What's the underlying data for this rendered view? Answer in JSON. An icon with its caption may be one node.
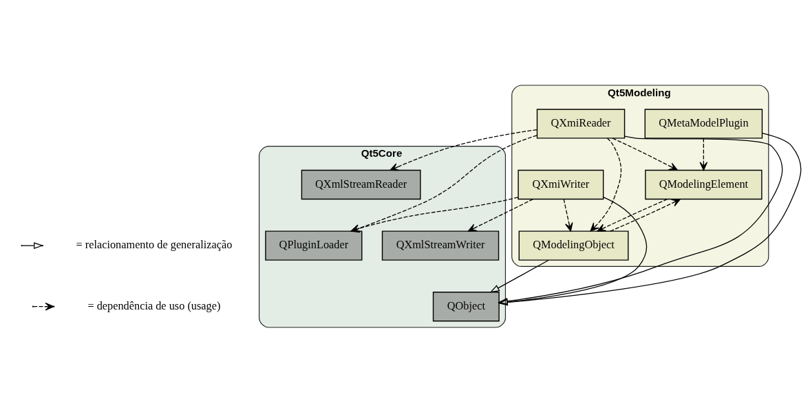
{
  "diagram": {
    "nodes": [
      {
        "text": [
          "Qt5Modeling"
        ]
      },
      {
        "text": [
          "QMetaModelPlugin"
        ],
        "in": 0
      },
      {
        "text": [
          "QXmiReader"
        ],
        "in": 0
      },
      {
        "text": [
          "QModelingElement"
        ],
        "in": 0
      },
      {
        "text": [
          "QXmiWriter"
        ],
        "in": 0
      },
      {
        "text": [
          "QModelingObject"
        ],
        "in": 0
      },
      {
        "text": [
          "Qt5Core"
        ]
      },
      {
        "text": [
          "QXmlStreamWriter"
        ],
        "in": 6
      },
      {
        "text": [
          "QObject"
        ],
        "in": 6
      },
      {
        "text": [
          "QPluginLoader"
        ],
        "in": 6
      },
      {
        "text": [
          "QXmlStreamReader"
        ],
        "in": 6
      }
    ],
    "edges": [
      {
        "from": 1,
        "to": 3,
        "arrow": "to",
        "style": "dashed"
      },
      {
        "from": 1,
        "to": 8,
        "arrow": "to"
      },
      {
        "from": 2,
        "to": 3,
        "arrow": "to",
        "style": "dashed"
      },
      {
        "from": 2,
        "to": 5,
        "arrow": "to",
        "style": "dashed"
      },
      {
        "from": 2,
        "to": 8,
        "arrow": "to"
      },
      {
        "from": 2,
        "to": 9,
        "arrow": "to",
        "style": "dashed"
      },
      {
        "from": 2,
        "to": 10,
        "arrow": "to",
        "style": "dashed"
      },
      {
        "from": 3,
        "to": 5,
        "arrow": "to",
        "style": "dashed"
      },
      {
        "from": 5,
        "to": 3,
        "arrow": "to",
        "style": "dashed"
      },
      {
        "from": 4,
        "to": 5,
        "arrow": "to",
        "style": "dashed"
      },
      {
        "from": 4,
        "to": 8,
        "arrow": "to"
      },
      {
        "from": 4,
        "to": 9,
        "arrow": "to",
        "style": "dashed"
      },
      {
        "from": 4,
        "to": 7,
        "arrow": "to",
        "style": "dashed"
      },
      {
        "from": 5,
        "to": 8,
        "arrow": "to"
      }
    ],
    "legend": [
      {
        "text": "= relacionamento de generalização"
      },
      {
        "text": "= dependência de uso (usage)"
      }
    ]
  }
}
